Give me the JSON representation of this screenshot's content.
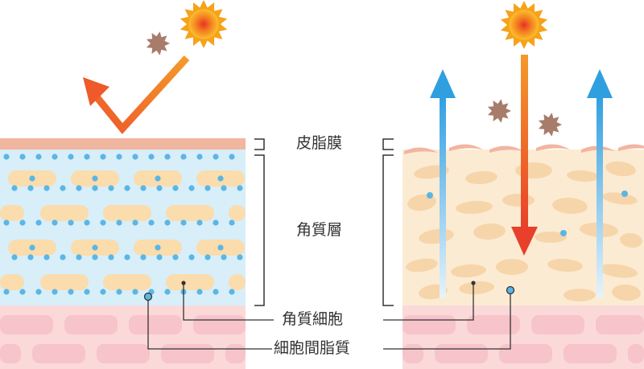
{
  "labels": {
    "sebum_film": "皮脂膜",
    "stratum_corneum": "角質層",
    "corneocyte": "角質細胞",
    "intercellular_lipid": "細胞間脂質"
  },
  "colors": {
    "sebum": "#f2b5a0",
    "healthy_layer": "#d6ecf8",
    "dry_layer": "#fbe7cc",
    "corneocyte_cell": "#fbdcac",
    "lipid_dot": "#5bb6e4",
    "lower_skin": "#fbd6d6",
    "lower_cell": "#f6c2c8",
    "water_arrow": "#3aa7e0",
    "uv_arrow": "#ef5a2a",
    "sun": "#f6a21a",
    "dust": "#a87c6a",
    "bracket": "#333333"
  },
  "icons": [
    "sun-icon",
    "dust-particle-icon",
    "reflected-uv-arrow-icon",
    "penetrating-uv-arrow-icon",
    "water-evaporation-arrow-icon"
  ]
}
